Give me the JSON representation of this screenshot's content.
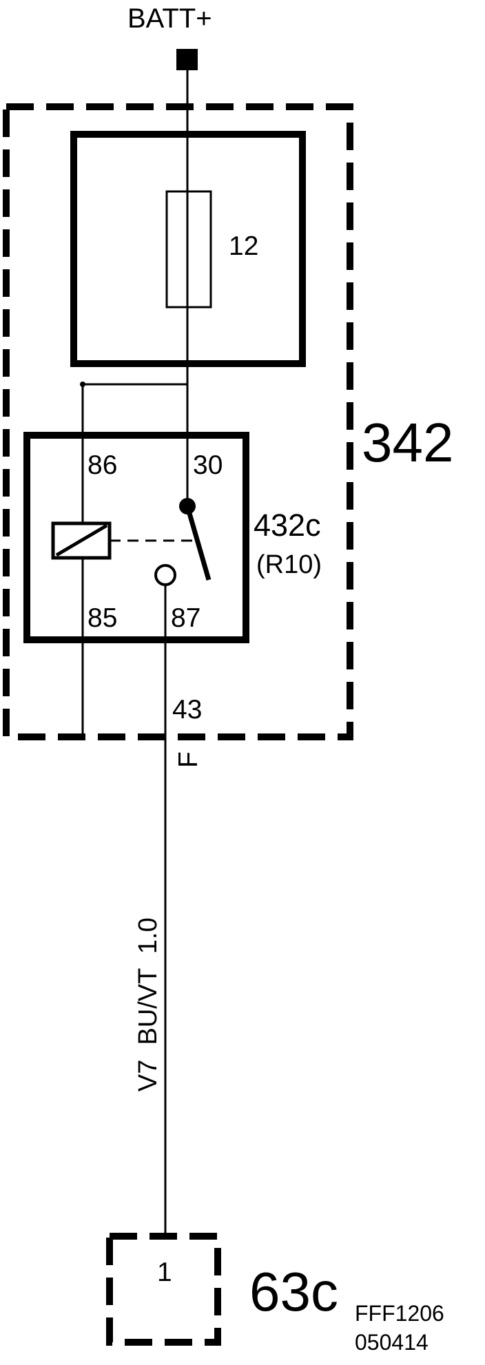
{
  "power_source": {
    "label": "BATT+"
  },
  "fuse_box": {
    "id": "342"
  },
  "fuse": {
    "number": "12"
  },
  "relay": {
    "id": "432c",
    "designation": "(R10)",
    "pins": {
      "p86": "86",
      "p30": "30",
      "p85": "85",
      "p87": "87"
    }
  },
  "box_connector": {
    "pin": "43",
    "connector": "F"
  },
  "wire": {
    "label": "V7  BU/VT  1.0",
    "code": "V7",
    "color": "BU/VT",
    "size_mm2": "1.0"
  },
  "component": {
    "id": "63c",
    "pin": "1"
  },
  "figure_ref": {
    "code": "FFF1206",
    "date": "050414"
  },
  "colors": {
    "line": "#000000",
    "background": "#ffffff"
  }
}
